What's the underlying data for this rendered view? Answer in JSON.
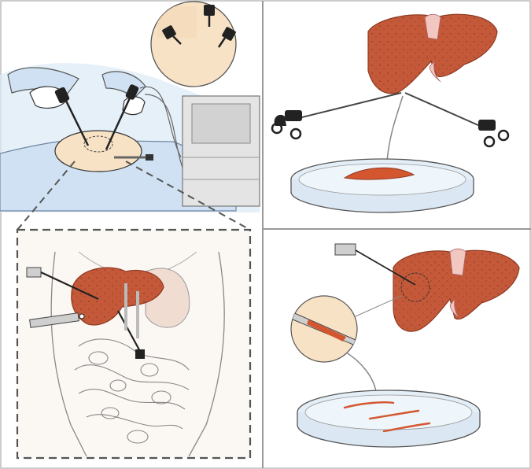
{
  "figure": {
    "panels": [
      {
        "id": "laparoscopic-setup",
        "description_icon": "surgeon-with-laparoscope-icon"
      },
      {
        "id": "laparoscopic-wedge-biopsy",
        "description_icon": "liver-wedge-biopsy-icon"
      },
      {
        "id": "needle-core-biopsy",
        "description_icon": "liver-needle-biopsy-icon"
      }
    ],
    "colors": {
      "liver": "#c4593a",
      "liver_dark": "#8f3a22",
      "gallbladder_ligament": "#f2c7c1",
      "skin": "#f8e2c5",
      "drape": "#cfe1f2",
      "dish_fluid": "#e3eef7",
      "specimen": "#d4562f",
      "instrument": "#333333",
      "monitor": "#e4e4e4",
      "panel_border": "#999999",
      "inset_dash": "#555555"
    }
  }
}
